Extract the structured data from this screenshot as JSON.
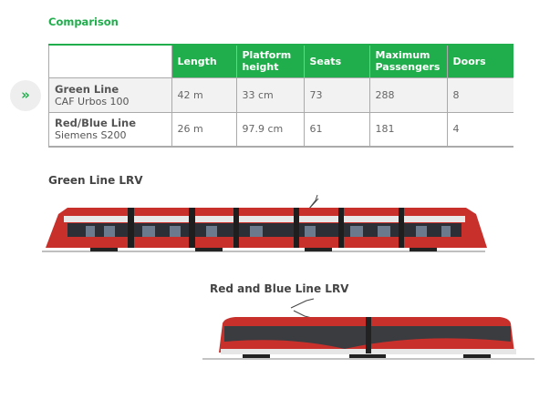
{
  "title": "Comparison",
  "table": {
    "headers": [
      "",
      "Length",
      "Platform height",
      "Seats",
      "Maximum Passengers",
      "Doors"
    ],
    "rows": [
      {
        "line": "Green Line",
        "model": "CAF Urbos 100",
        "cells": [
          "42 m",
          "33 cm",
          "73",
          "288",
          "8"
        ]
      },
      {
        "line": "Red/Blue Line",
        "model": "Siemens S200",
        "cells": [
          "26 m",
          "97.9 cm",
          "61",
          "181",
          "4"
        ]
      }
    ]
  },
  "expand_icon": "»",
  "green_lrv": {
    "title": "Green Line LRV"
  },
  "redblue_lrv": {
    "title": "Red and Blue Line LRV"
  },
  "colors": {
    "accent": "#1fae4b",
    "train_red": "#c8302c"
  }
}
